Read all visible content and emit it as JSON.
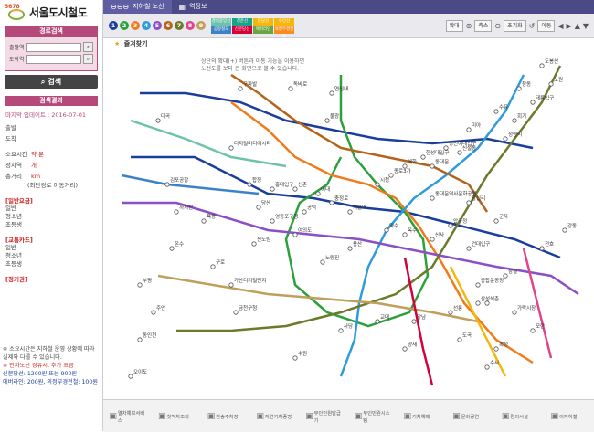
{
  "left": {
    "logo_number": "5678",
    "logo_text": "서울도시철도",
    "route_title": "경로검색",
    "depart_label": "출발역",
    "arrive_label": "도착역",
    "depart_value": "",
    "arrive_value": "",
    "search_button": "검색",
    "result_title": "검색결과",
    "update_text": "마지막 업데이트 : 2016-07-01",
    "rows": [
      {
        "k": "출발",
        "v": ""
      },
      {
        "k": "도착",
        "v": ""
      },
      {
        "k": "소요시간",
        "v": "약 분"
      },
      {
        "k": "정차역",
        "v": "개"
      },
      {
        "k": "총거리",
        "v": "km"
      }
    ],
    "shortest": "(최단경로 이동거리)",
    "general_title": "[일반요금]",
    "general_items": [
      "일반",
      "청소년",
      "초등생"
    ],
    "card_title": "[교통카드]",
    "card_items": [
      "일반",
      "청소년",
      "초등생"
    ],
    "regular_title": "[정기권]",
    "notes": [
      "※ 소요시간은 지하철 운영 상황에 따라",
      "실제와 다를 수 있습니다.",
      "※ 민자노선 경유시, 추가 요금",
      "신분당선: 1200원 또는 900원",
      "에버라인: 200원, 의정부경전철: 100원"
    ]
  },
  "tabs": [
    {
      "label": "지하철 노선",
      "active": true
    },
    {
      "label": "역정보",
      "active": false
    }
  ],
  "toolbar": {
    "line_numbers": [
      "1",
      "2",
      "3",
      "4",
      "5",
      "6",
      "7",
      "8",
      "9"
    ],
    "line_colors": [
      "#1a3e9b",
      "#2ca03c",
      "#ef7c1c",
      "#2f9bd9",
      "#8b4fc6",
      "#b5631c",
      "#6b7a2b",
      "#e0448a",
      "#bfa05a"
    ],
    "extras": [
      "경의중앙선",
      "경춘선",
      "분당선",
      "수인선",
      "공항철도",
      "신분당선",
      "에버라인",
      "의정부경전철"
    ],
    "extra_colors": [
      "#6cc3a9",
      "#1aa28a",
      "#f5b70c",
      "#f5b70c",
      "#3b83c6",
      "#d4003b",
      "#6ba542",
      "#f98c1c"
    ],
    "zoom_in": "확대",
    "zoom_out": "축소",
    "reset": "초기화",
    "move": "이동"
  },
  "favorites_label": "즐겨찾기",
  "info_lines": [
    "상단의 확대(+) 버튼과 이동 기능을 이용하면",
    "노선도를 보다 큰 화면으로 볼 수 있습니다."
  ],
  "stations": [
    "연신내",
    "불광",
    "독바로",
    "구파발",
    "대곡",
    "디지털미디어시티",
    "합정",
    "홍대입구",
    "신촌",
    "이대",
    "충정로",
    "시청",
    "종로3가",
    "동대문",
    "신설동",
    "청량리",
    "회기",
    "태릉입구",
    "노원",
    "도봉산",
    "창동",
    "수유",
    "미아",
    "성신여대입구",
    "한성대입구",
    "혜화",
    "동대문역사문화공원",
    "왕십리",
    "건대입구",
    "군자",
    "천호",
    "강동",
    "잠실",
    "종합운동장",
    "선릉",
    "강남",
    "교대",
    "양재",
    "사당",
    "서울역",
    "용산",
    "노량진",
    "신도림",
    "영등포구청",
    "당산",
    "여의도",
    "김포공항",
    "까치산",
    "목동",
    "구로",
    "가산디지털단지",
    "금천구청",
    "온수",
    "부평",
    "주안",
    "동인천",
    "오이도",
    "수원",
    "복정",
    "모란",
    "가락시장",
    "석촌",
    "수서",
    "도곡",
    "삼성",
    "신사",
    "압구정",
    "옥수",
    "약수",
    "공덕"
  ],
  "bottom": [
    "열차예보서비스",
    "첫막차조회",
    "환승주차장",
    "지연기차증명",
    "무인민원발급기",
    "무인민원시스템",
    "기차예매",
    "문화공연",
    "편의시설",
    "이지하철"
  ]
}
